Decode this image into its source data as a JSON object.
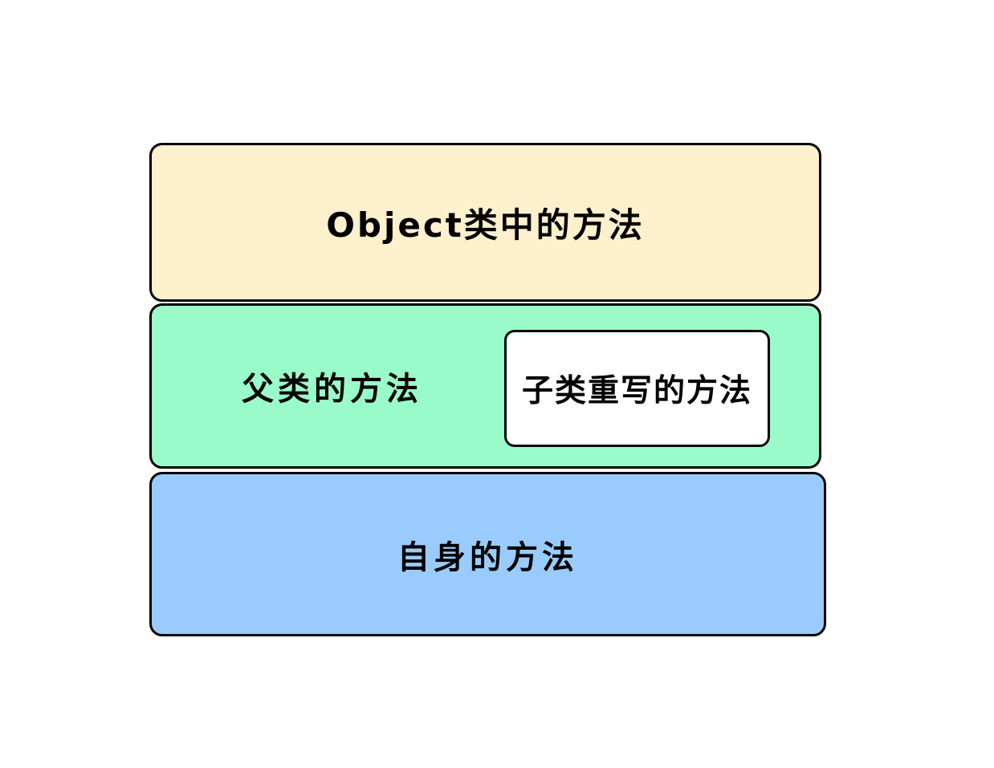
{
  "diagram": {
    "background": "#FFFFFF",
    "border_color": "#000000",
    "text_color": "#000000",
    "layers": [
      {
        "name": "object-methods",
        "label": "Object类中的方法",
        "fill": "#FDF0CC"
      },
      {
        "name": "parent-methods",
        "label": "父类的方法",
        "fill": "#99FBC9",
        "inner_box": {
          "name": "subclass-override-methods",
          "label": "子类重写的方法",
          "fill": "#FFFFFF"
        }
      },
      {
        "name": "self-methods",
        "label": "自身的方法",
        "fill": "#99CCFC"
      }
    ]
  }
}
